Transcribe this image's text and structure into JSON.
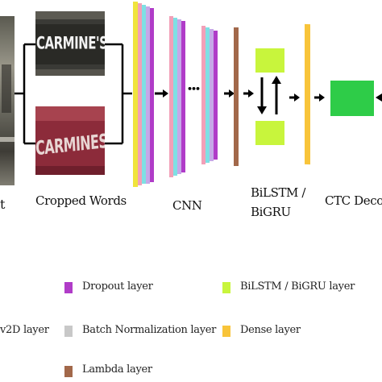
{
  "labels": {
    "input": "t",
    "cropped_words": "Cropped Words",
    "cnn": "CNN",
    "bilstm_line1": "BiLSTM /",
    "bilstm_line2": "BiGRU",
    "ctc": "CTC Decod"
  },
  "word_images": {
    "top_text": "CARMINE'S",
    "bottom_text": "CARMINES"
  },
  "cnn_ellipsis": "•••",
  "legend": {
    "dropout": "Dropout layer",
    "bilstm_bigru": "BiLSTM / BiGRU layer",
    "conv2d": "v2D layer",
    "batch_norm": "Batch Normalization layer",
    "dense": "Dense layer",
    "lambda": "Lambda layer"
  },
  "colors": {
    "dropout": "#b03cc8",
    "bilstm": "#c8f53c",
    "dense": "#f8c43a",
    "batch_norm": "#c8c8c8",
    "lambda": "#a2684a",
    "ctc_box": "#2ecc48",
    "pink": "#f2a0b8",
    "cyan": "#7ee0e4",
    "yellow": "#f0e43c",
    "lavender": "#c6a8e8"
  }
}
